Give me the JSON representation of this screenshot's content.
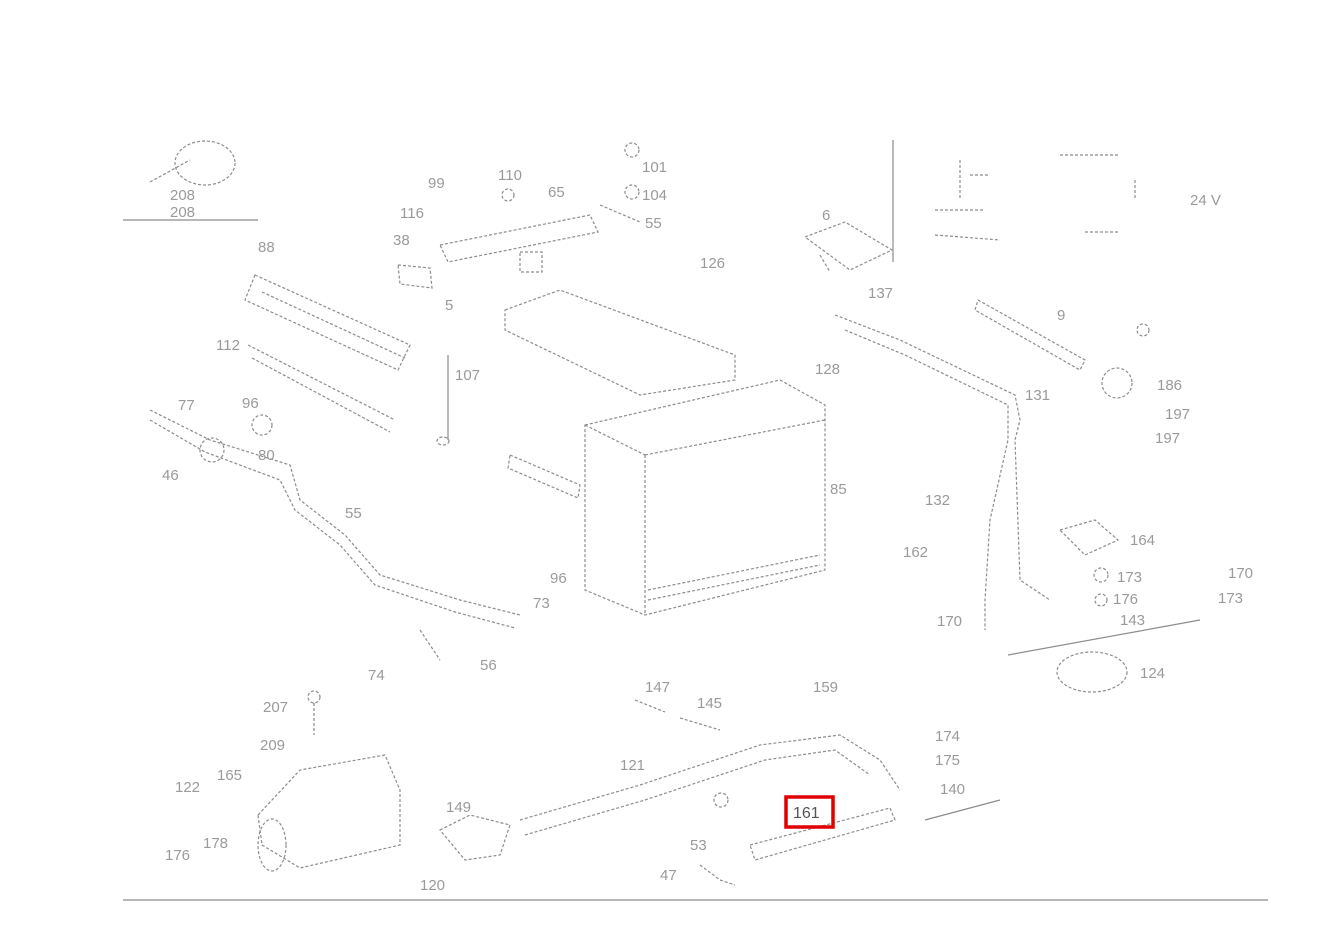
{
  "labels": {
    "l_208a": "208",
    "l_208b": "208",
    "l_99": "99",
    "l_110": "110",
    "l_116": "116",
    "l_65": "65",
    "l_101": "101",
    "l_104": "104",
    "l_55": "55",
    "l_38": "38",
    "l_88": "88",
    "l_5": "5",
    "l_112": "112",
    "l_107a": "107",
    "l_77": "77",
    "l_96a": "96",
    "l_80": "80",
    "l_46": "46",
    "l_55b": "55",
    "l_96b": "96",
    "l_73": "73",
    "l_74": "74",
    "l_56": "56",
    "l_126": "126",
    "l_128": "128",
    "l_85": "85",
    "l_6": "6",
    "l_137": "137",
    "l_9": "9",
    "l_131": "131",
    "l_132": "132",
    "l_162": "162",
    "l_170": "170",
    "l_186": "186",
    "l_197": "197",
    "l_197b": "197",
    "l_164": "164",
    "l_173": "173",
    "l_176": "176",
    "l_170b": "170",
    "l_173b": "173",
    "l_143": "143",
    "l_124": "124",
    "l_24v": "24 V",
    "l_147": "147",
    "l_145": "145",
    "l_159": "159",
    "l_174": "174",
    "l_175": "175",
    "l_140": "140",
    "l_161": "161",
    "l_121": "121",
    "l_53": "53",
    "l_47": "47",
    "l_149": "149",
    "l_120": "120",
    "l_207": "207",
    "l_209": "209",
    "l_122": "122",
    "l_165": "165",
    "l_176b": "176",
    "l_178": "178"
  },
  "highlighted_label": "161",
  "highlight_color": "#e00000"
}
